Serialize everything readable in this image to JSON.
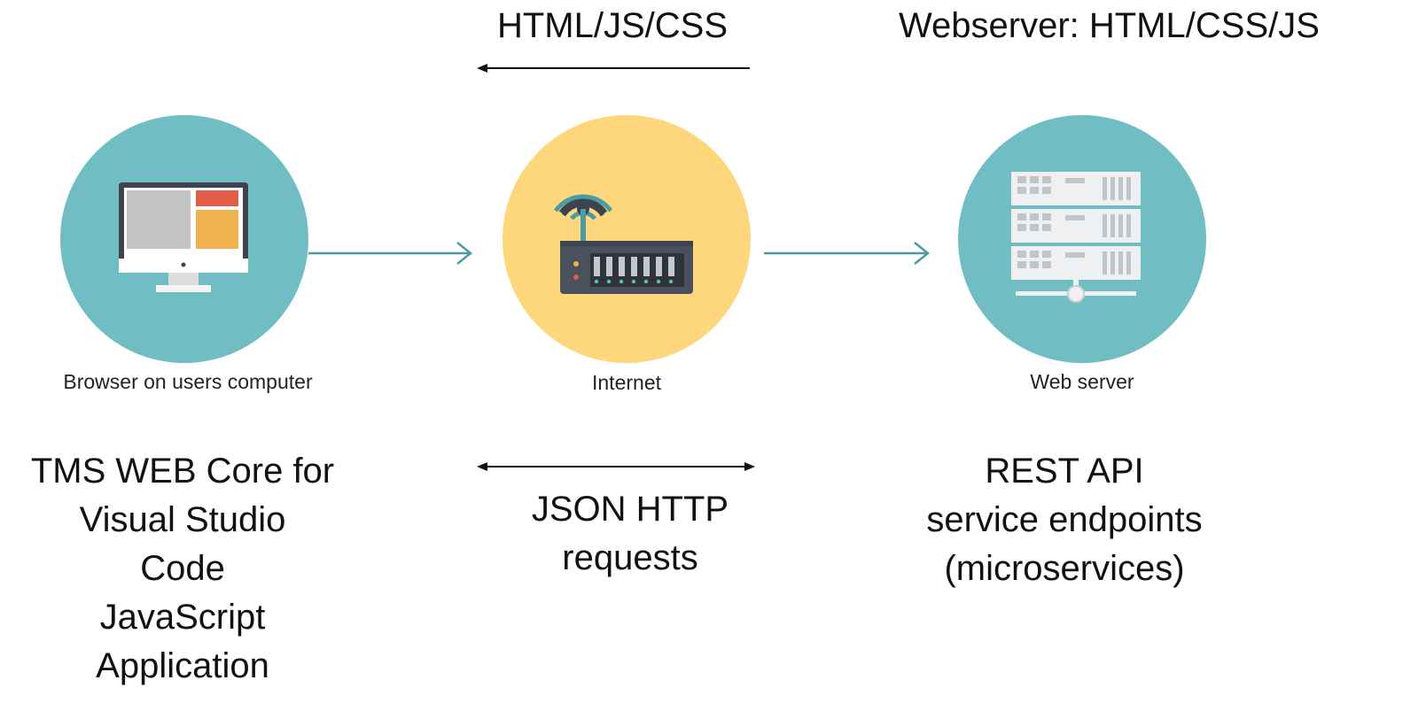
{
  "top_left_label": "HTML/JS/CSS",
  "top_right_label": "Webserver: HTML/CSS/JS",
  "nodes": [
    {
      "label": "Browser on users computer",
      "icon": "monitor-icon",
      "color": "#71bdc4"
    },
    {
      "label": "Internet",
      "icon": "router-icon",
      "color": "#fed67b"
    },
    {
      "label": "Web server",
      "icon": "server-rack-icon",
      "color": "#71bdc4"
    }
  ],
  "bottom_left_lines": [
    "TMS WEB Core for",
    "Visual Studio",
    "Code",
    "JavaScript",
    "Application"
  ],
  "bottom_middle_lines": [
    "JSON HTTP",
    "requests"
  ],
  "bottom_right_lines": [
    "REST API",
    "service endpoints",
    "(microservices)"
  ],
  "colors": {
    "teal": "#71bdc4",
    "yellow": "#fed67b",
    "arrow_teal": "#4c9aa5",
    "screen_gray": "#c4c4c4",
    "screen_red": "#e35c4a",
    "screen_orange": "#f2b24d",
    "dark": "#3d4450"
  }
}
